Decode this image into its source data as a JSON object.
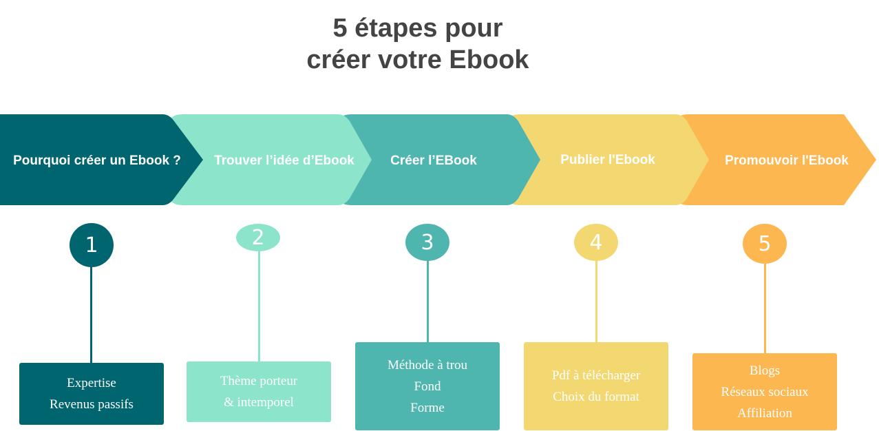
{
  "title": {
    "line1": "5 étapes pour",
    "line2": "créer votre Ebook"
  },
  "steps": [
    {
      "label": "Pourquoi créer un Ebook ?",
      "number": "1",
      "color": "#016570",
      "items": [
        "Expertise",
        "Revenus passifs"
      ]
    },
    {
      "label": "Trouver l’idée d’Ebook",
      "number": "2",
      "color": "#8ce4cb",
      "items": [
        "Thème porteur",
        "& intemporel"
      ]
    },
    {
      "label": "Créer l’EBook",
      "number": "3",
      "color": "#4fb6af",
      "items": [
        "Méthode à trou",
        "Fond",
        "Forme"
      ]
    },
    {
      "label": "Publier l'Ebook",
      "number": "4",
      "color": "#f3d872",
      "items": [
        "Pdf à télécharger",
        "Choix du format"
      ]
    },
    {
      "label": "Promouvoir l'Ebook",
      "number": "5",
      "color": "#fdb750",
      "items": [
        "Blogs",
        "Réseaux sociaux",
        "Affiliation"
      ]
    }
  ]
}
